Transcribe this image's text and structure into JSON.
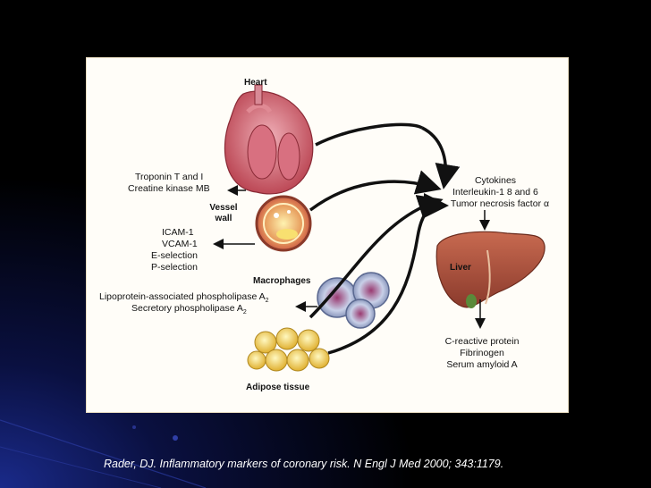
{
  "labels": {
    "heart": "Heart",
    "vessel_wall_1": "Vessel",
    "vessel_wall_2": "wall",
    "macrophages": "Macrophages",
    "adipose": "Adipose tissue",
    "liver": "Liver"
  },
  "heart_markers": [
    "Troponin T and I",
    "Creatine kinase MB"
  ],
  "vessel_markers": [
    "ICAM-1",
    "VCAM-1",
    "E-selection",
    "P-selection"
  ],
  "macrophage_markers": [
    {
      "text": "Lipoprotein-associated phospholipase A",
      "sub": "2"
    },
    {
      "text": "Secretory phospholipase A",
      "sub": "2"
    }
  ],
  "cytokines": [
    "Cytokines",
    "Interleukin-1 8 and 6",
    "Tumor necrosis factor α"
  ],
  "liver_products": [
    "C-reactive protein",
    "Fibrinogen",
    "Serum amyloid A"
  ],
  "citation": "Rader, DJ. Inflammatory markers of coronary risk. N Engl J Med 2000; 343:1179.",
  "colors": {
    "background": "#000000",
    "panel": "#fffdf8",
    "heart": "#c85a66",
    "liver": "#a8503c",
    "adipose": "#f2d060"
  }
}
